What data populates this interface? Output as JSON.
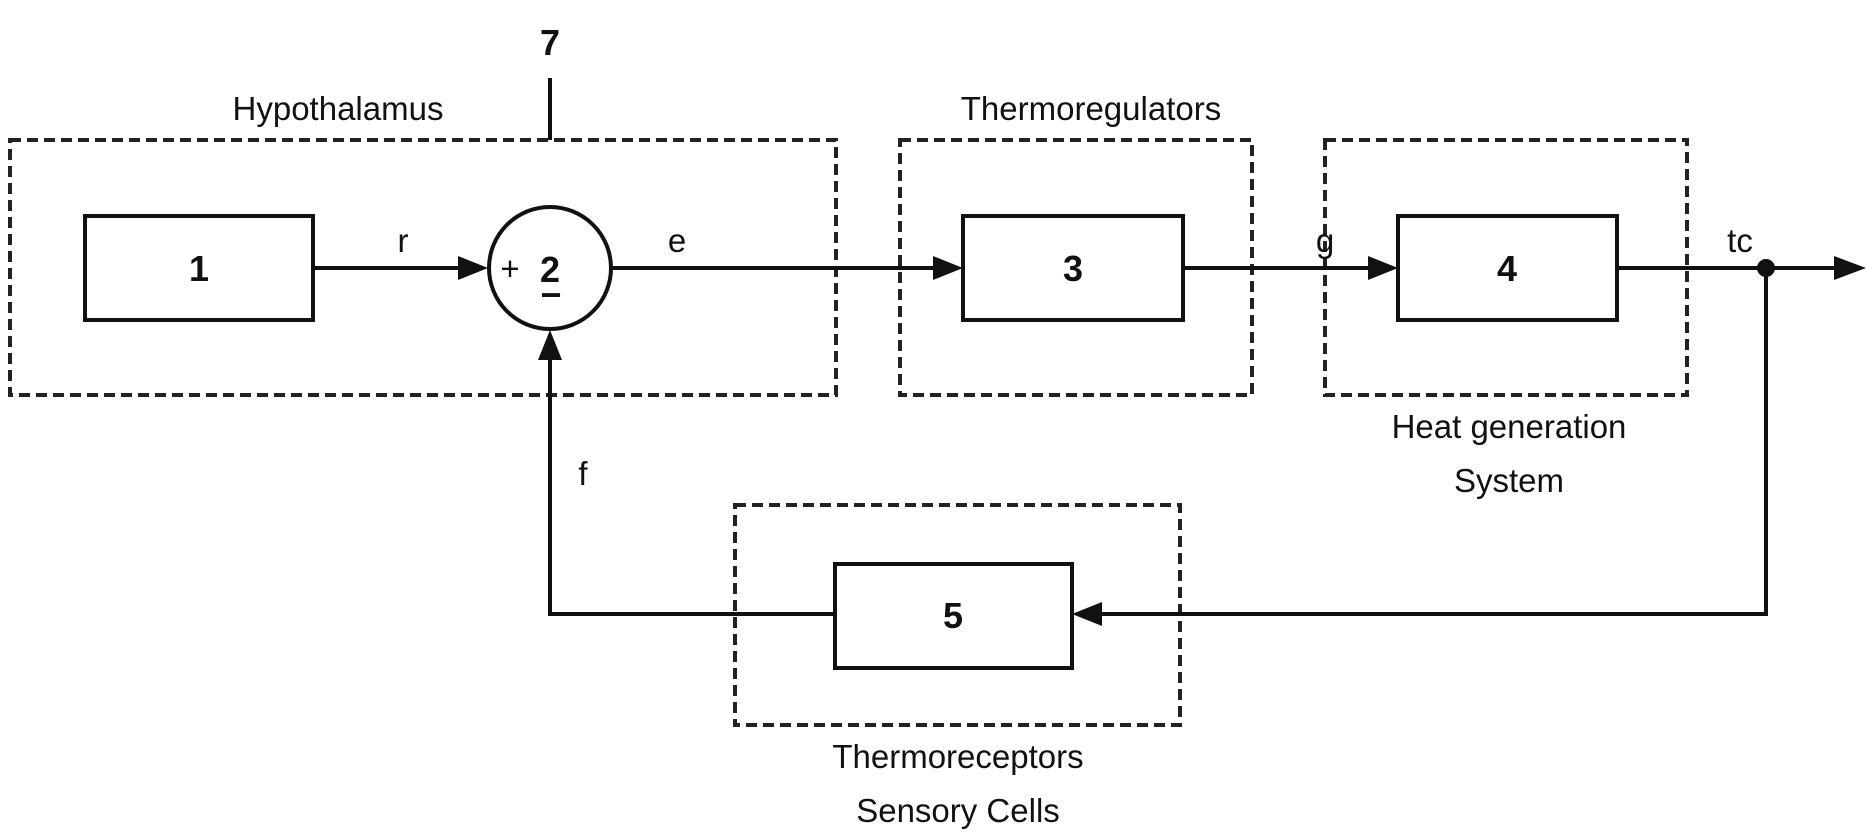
{
  "groups": {
    "hypothalamus": "Hypothalamus",
    "thermoregulators": "Thermoregulators",
    "heat_generation": [
      "Heat generation",
      "System"
    ],
    "thermoreceptors": [
      "Thermoreceptors",
      "Sensory Cells"
    ]
  },
  "reference_number": "7",
  "blocks": {
    "b1": "1",
    "b2": "2",
    "b3": "3",
    "b4": "4",
    "b5": "5"
  },
  "summing_signs": {
    "plus": "+",
    "minus": "−"
  },
  "signals": {
    "r": "r",
    "e": "e",
    "g": "g",
    "tc": "tc",
    "f": "f"
  }
}
